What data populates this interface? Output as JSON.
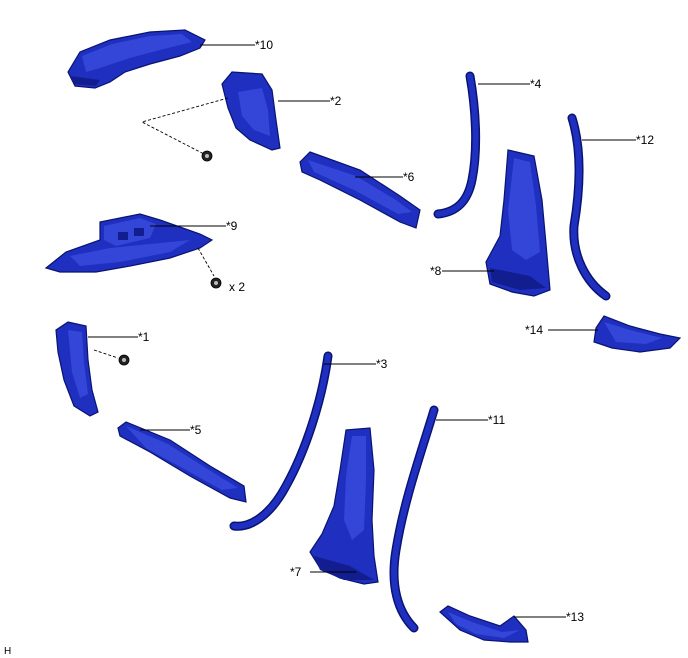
{
  "callouts": {
    "c1": "*1",
    "c2": "*2",
    "c3": "*3",
    "c4": "*4",
    "c5": "*5",
    "c6": "*6",
    "c7": "*7",
    "c8": "*8",
    "c9": "*9",
    "c10": "*10",
    "c11": "*11",
    "c12": "*12",
    "c13": "*13",
    "c14": "*14"
  },
  "quantity_label": "x 2",
  "corner_code": "H",
  "colors": {
    "part_fill": "#1f2fbf",
    "part_edge": "#0a1470",
    "leader": "#000000"
  }
}
